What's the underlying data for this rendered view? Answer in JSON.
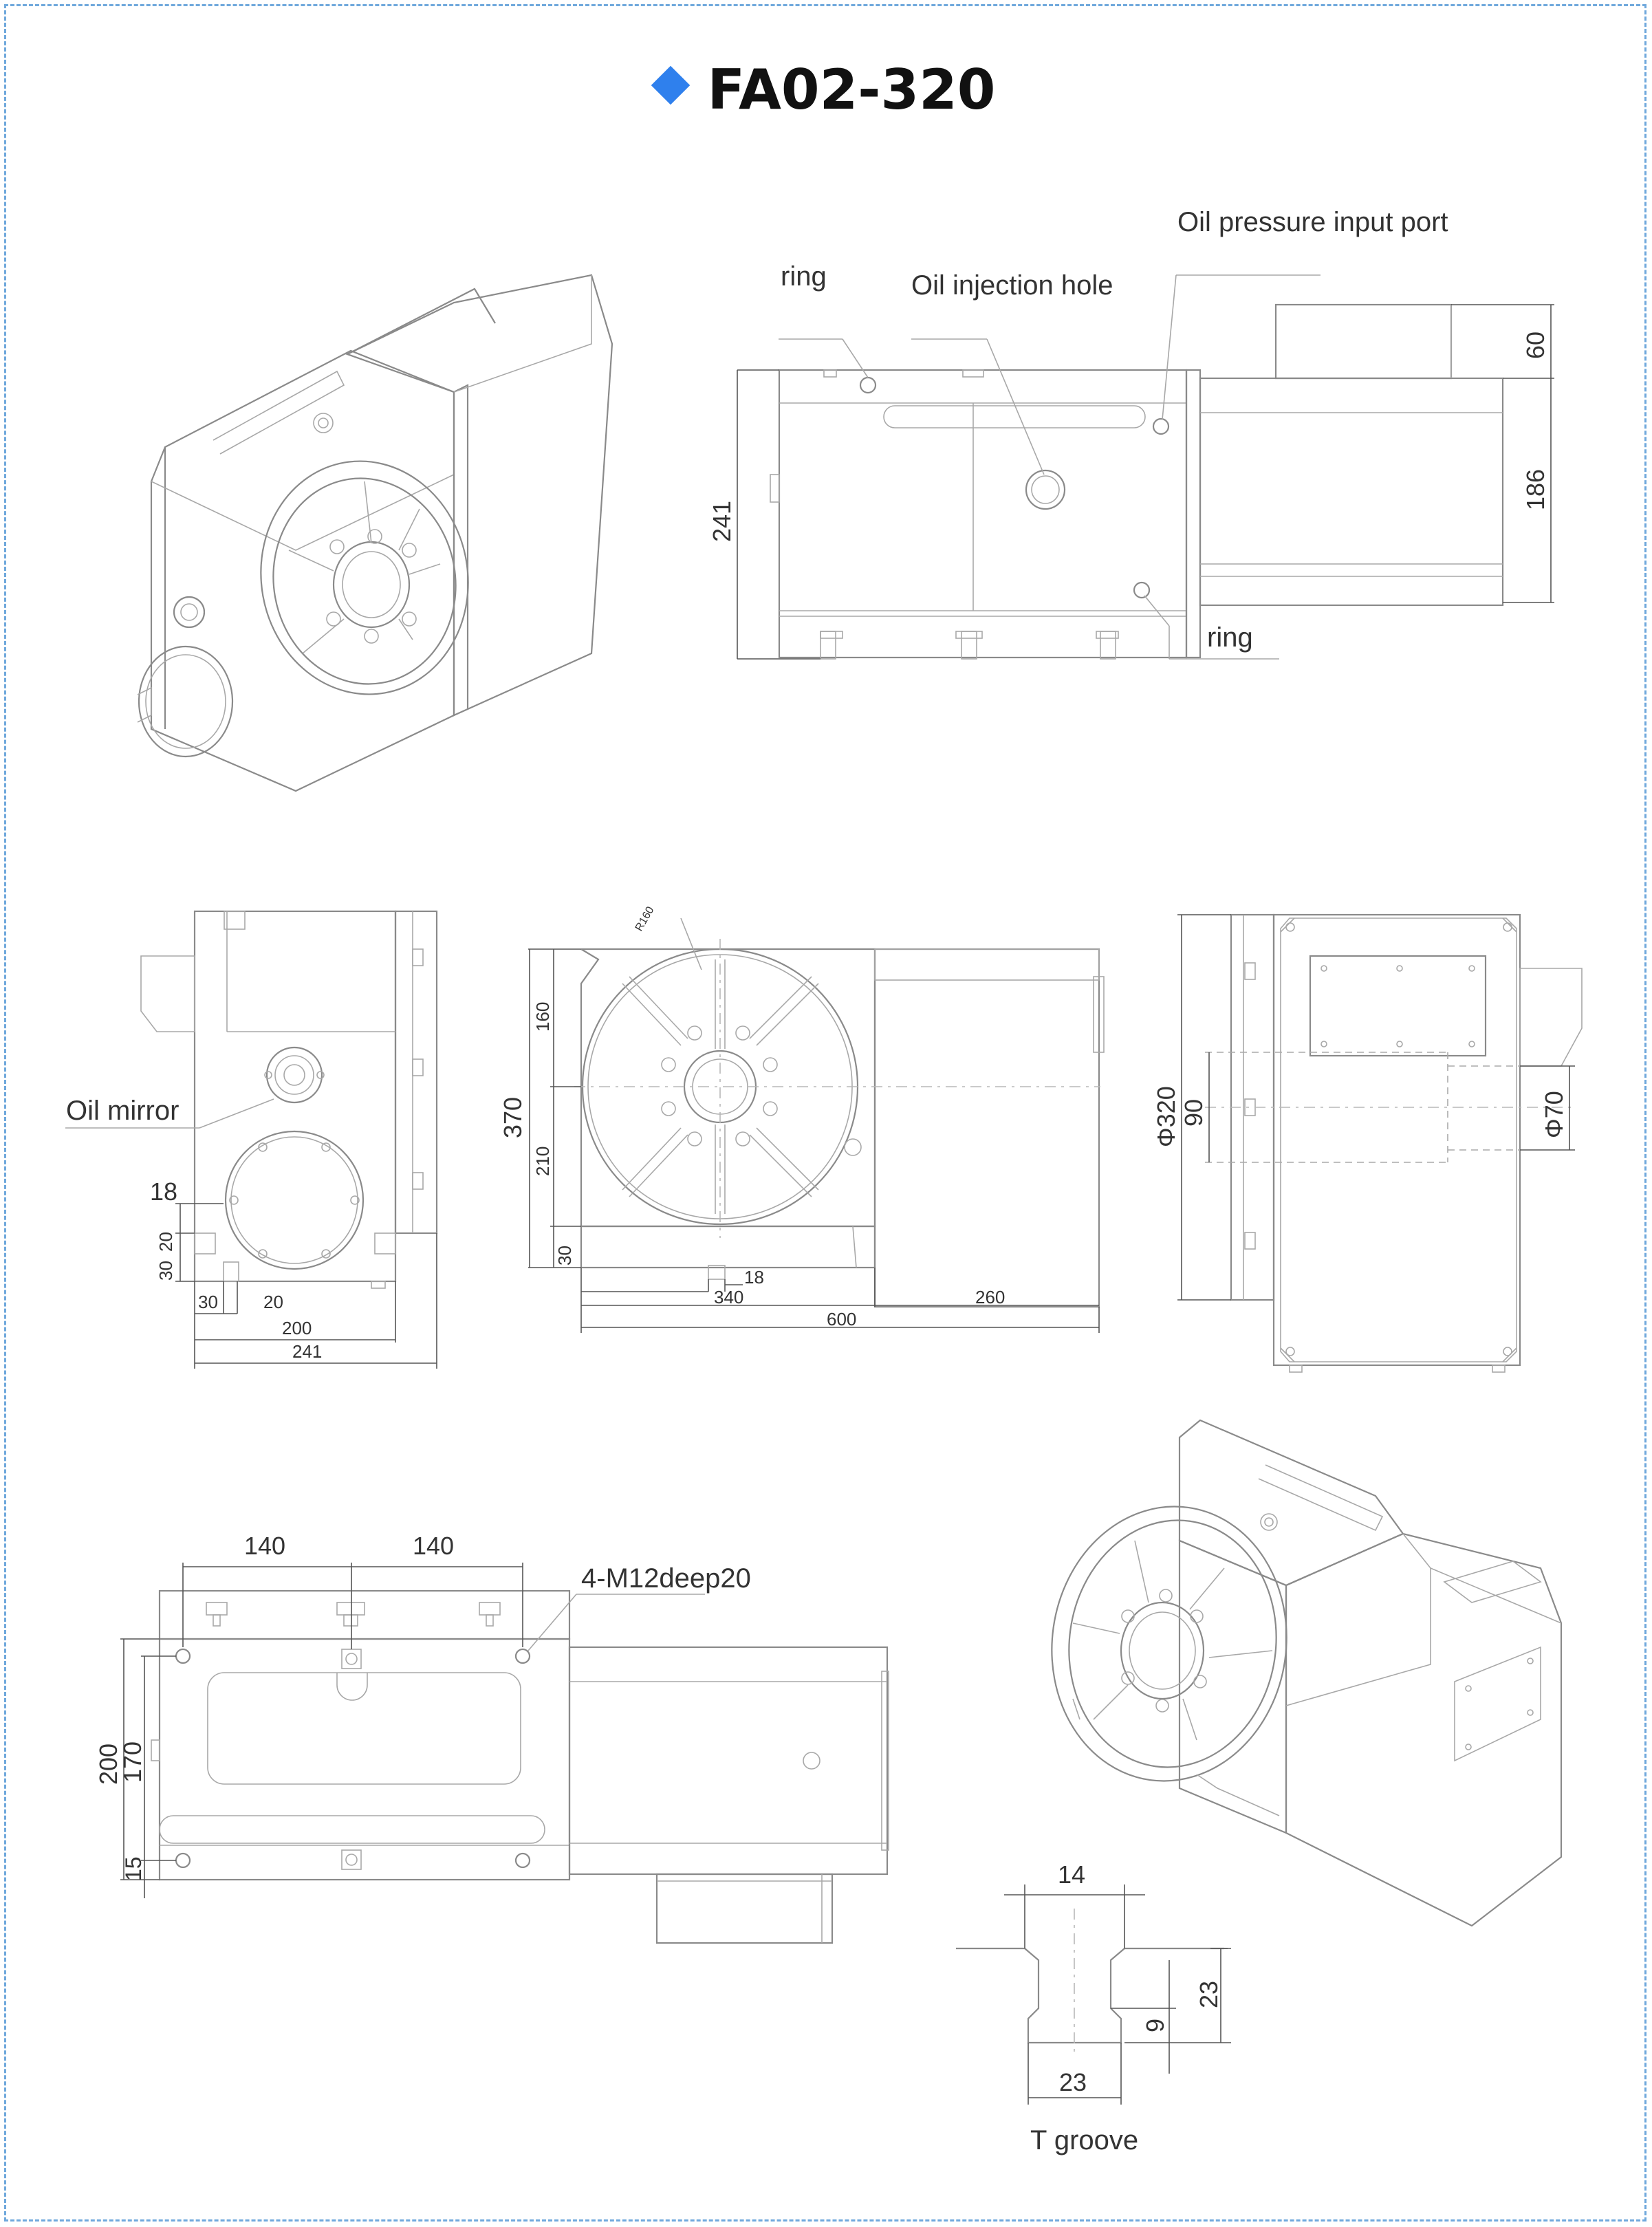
{
  "title": "FA02-320",
  "labels": {
    "oil_pressure_input_port": "Oil pressure input port",
    "ring_top": "ring",
    "oil_injection_hole": "Oil injection hole",
    "ring_bottom": "ring",
    "oil_mirror": "Oil mirror",
    "mounting_holes": "4-M12deep20",
    "t_groove": "T groove",
    "radius": "R160"
  },
  "dimensions": {
    "side": {
      "d60": "60",
      "d186": "186",
      "d241": "241"
    },
    "left": {
      "d18": "18",
      "d20v": "20",
      "d30v": "30",
      "d30h": "30",
      "d20h": "20",
      "d200": "200",
      "d241": "241"
    },
    "front": {
      "d370": "370",
      "d160": "160",
      "d210": "210",
      "d30": "30",
      "d18": "18",
      "d340": "340",
      "d260": "260",
      "d600": "600"
    },
    "right": {
      "phi320": "Φ320",
      "d90": "90",
      "phi70": "Φ70"
    },
    "top": {
      "d140a": "140",
      "d140b": "140",
      "d200": "200",
      "d170": "170",
      "d15": "15"
    },
    "tgroove": {
      "d14": "14",
      "d23v": "23",
      "d9": "9",
      "d23h": "23"
    }
  },
  "colors": {
    "accent": "#2f80ed",
    "frame": "#6fa8dc",
    "line": "#8a8a8a"
  }
}
